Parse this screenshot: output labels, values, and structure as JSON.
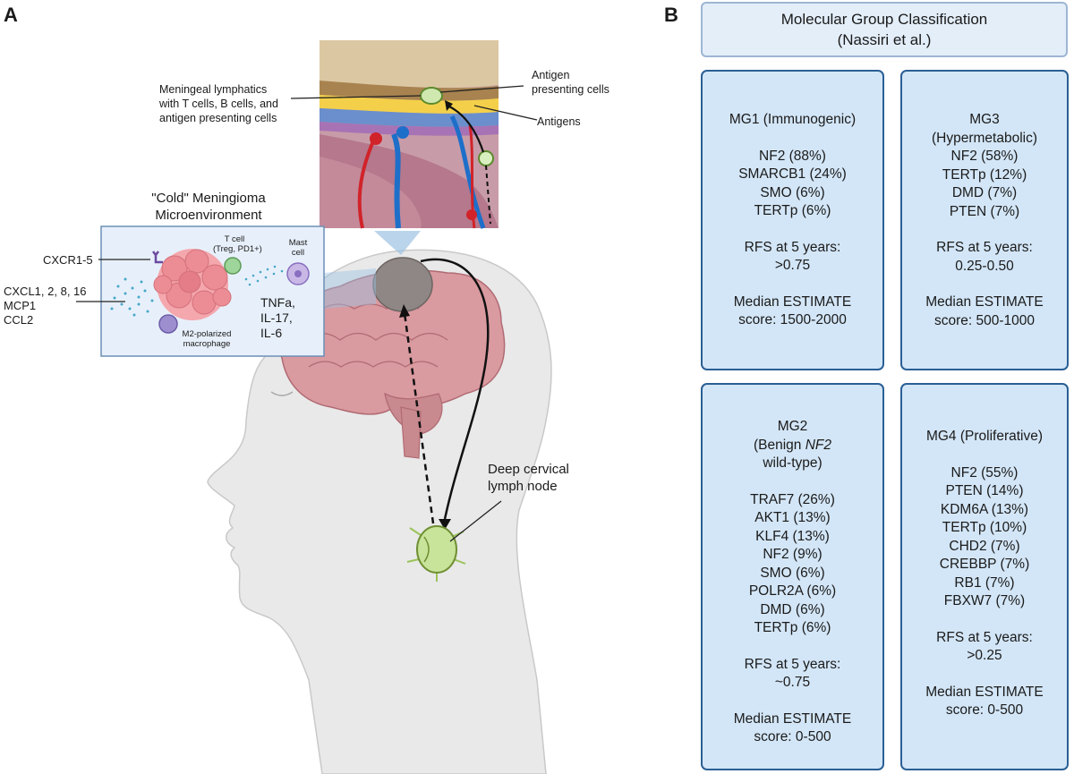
{
  "panels": {
    "a": "A",
    "b": "B"
  },
  "panel_a": {
    "meningeal_lymphatics_label": [
      "Meningeal lymphatics",
      "with T cells, B cells, and",
      "antigen presenting cells"
    ],
    "antigen_presenting_cells_label": [
      "Antigen",
      "presenting cells"
    ],
    "antigens_label": "Antigens",
    "microenvironment_title": [
      "\"Cold\" Meningioma",
      "Microenvironment"
    ],
    "cxcr_label": "CXCR1-5",
    "chemokines_label": [
      "CXCL1, 2, 8, 16",
      "MCP1",
      "CCL2"
    ],
    "t_cell_label": [
      "T cell",
      "(Treg, PD1+)"
    ],
    "mast_cell_label": [
      "Mast",
      "cell"
    ],
    "cytokines_label": [
      "TNFa,",
      "IL-17,",
      "IL-6"
    ],
    "macrophage_label": [
      "M2-polarized",
      "macrophage"
    ],
    "lymph_node_label": [
      "Deep cervical",
      "lymph node"
    ]
  },
  "panel_b": {
    "title": [
      "Molecular Group Classification",
      "(Nassiri et al.)"
    ],
    "groups": [
      {
        "title_lines": [
          "MG1 (Immunogenic)"
        ],
        "mutations": [
          "NF2 (88%)",
          "SMARCB1 (24%)",
          "SMO (6%)",
          "TERTp (6%)"
        ],
        "rfs": [
          "RFS at 5 years:",
          ">0.75"
        ],
        "estimate": [
          "Median ESTIMATE",
          "score: 1500-2000"
        ]
      },
      {
        "title_lines": [
          "MG3",
          "(Hypermetabolic)"
        ],
        "mutations": [
          "NF2 (58%)",
          "TERTp (12%)",
          "DMD (7%)",
          "PTEN (7%)"
        ],
        "rfs": [
          "RFS at 5 years:",
          "0.25-0.50"
        ],
        "estimate": [
          "Median ESTIMATE",
          "score: 500-1000"
        ]
      },
      {
        "title_lines": [
          "MG2",
          "(Benign NF2",
          "wild-type)"
        ],
        "mutations": [
          "TRAF7 (26%)",
          "AKT1 (13%)",
          "KLF4 (13%)",
          "NF2 (9%)",
          "SMO (6%)",
          "POLR2A (6%)",
          "DMD (6%)",
          "TERTp (6%)"
        ],
        "rfs": [
          "RFS at 5 years:",
          "~0.75"
        ],
        "estimate": [
          "Median ESTIMATE",
          "score: 0-500"
        ]
      },
      {
        "title_lines": [
          "MG4 (Proliferative)"
        ],
        "mutations": [
          "NF2 (55%)",
          "PTEN (14%)",
          "KDM6A (13%)",
          "TERTp (10%)",
          "CHD2 (7%)",
          "CREBBP (7%)",
          "RB1 (7%)",
          "FBXW7 (7%)"
        ],
        "rfs": [
          "RFS at 5 years:",
          ">0.25"
        ],
        "estimate": [
          "Median ESTIMATE",
          "score: 0-500"
        ]
      }
    ]
  },
  "colors": {
    "box_fill": "#d3e6f7",
    "box_border": "#2a5f95",
    "brain": "#d99aa0",
    "tumor": "#8f8785",
    "lymph_node": "#c8e39a",
    "head": "#e7e7e7"
  }
}
